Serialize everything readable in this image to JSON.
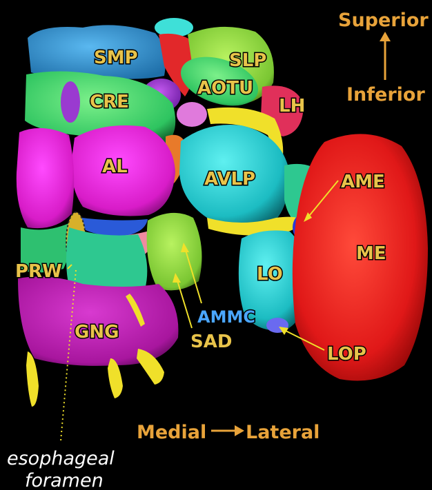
{
  "orientation": {
    "superior": "Superior",
    "inferior": "Inferior",
    "medial": "Medial",
    "lateral": "Lateral"
  },
  "regions": {
    "smp": "SMP",
    "slp": "SLP",
    "aotu": "AOTU",
    "cre": "CRE",
    "lh": "LH",
    "al": "AL",
    "avlp": "AVLP",
    "ame": "AME",
    "me": "ME",
    "prw": "PRW",
    "lo": "LO",
    "ammc": "AMMC",
    "sad": "SAD",
    "gng": "GNG",
    "lop": "LOP"
  },
  "caption": {
    "line1": "esophageal",
    "line2": "foramen"
  },
  "colors": {
    "label_text": "#e8c34a",
    "orientation_text": "#e8a33a",
    "ammc_text": "#4aa6ff",
    "caption_text": "#ffffff",
    "background": "#000000"
  }
}
